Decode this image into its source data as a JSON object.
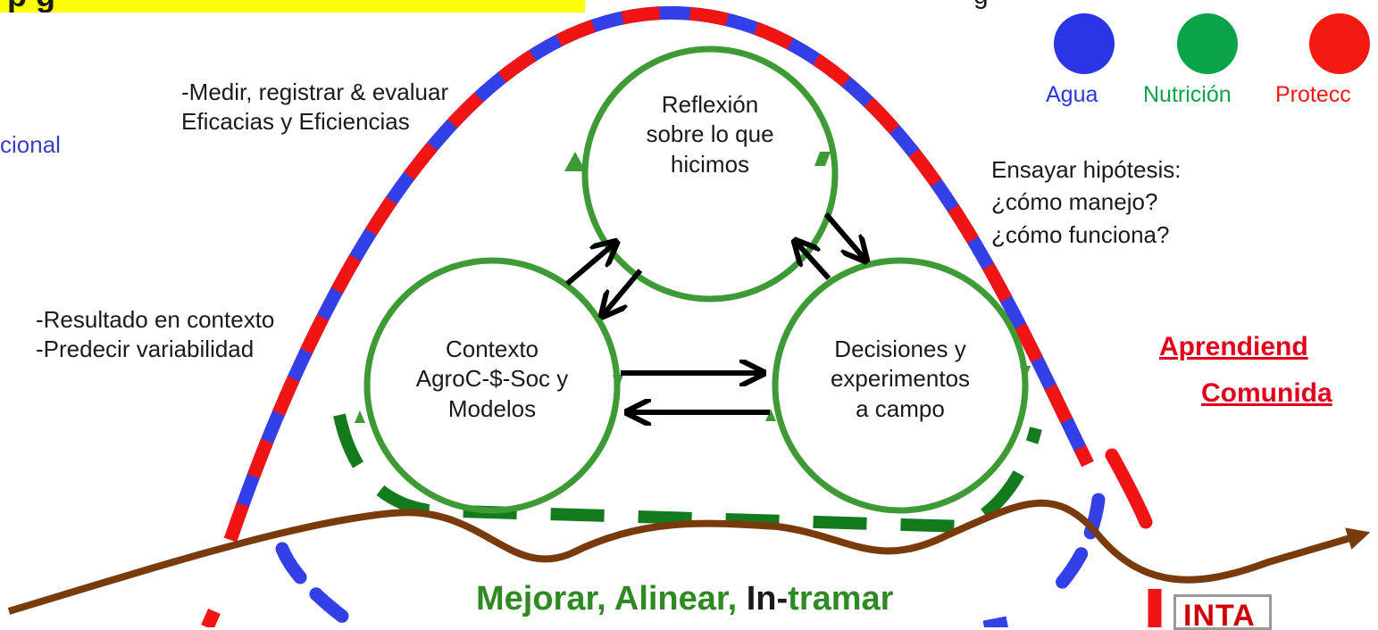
{
  "header": {
    "title_fragment": "p g",
    "top_right_fragment": "g"
  },
  "left_fragment": "cional",
  "legend": {
    "items": [
      {
        "label": "Agua",
        "color": "#2a35e6"
      },
      {
        "label": "Nutrición",
        "color": "#0aa34a"
      },
      {
        "label": "Protecc",
        "color": "#f21a12"
      }
    ]
  },
  "nodes": {
    "reflexion": [
      "Reflexión",
      "sobre lo que",
      "hicimos"
    ],
    "contexto": [
      "Contexto",
      "AgroC-$-Soc y",
      "Modelos"
    ],
    "decisiones": [
      "Decisiones y",
      "experimentos",
      "a campo"
    ]
  },
  "notes": {
    "medir": [
      "-Medir, registrar & evaluar",
      "Eficacias y Eficiencias"
    ],
    "ensayar": [
      "Ensayar hipótesis:",
      "¿cómo manejo?",
      "¿cómo funciona?"
    ],
    "resultado": [
      "-Resultado en contexto",
      "-Predecir variabilidad"
    ]
  },
  "learning": [
    "Aprendiend",
    "Comunida"
  ],
  "bottom_title": {
    "part1": "Mejorar, Alinear, ",
    "part2": "In-",
    "part3": "tramar"
  },
  "logo": {
    "text": "INTA"
  },
  "colors": {
    "cycle_green": "#3d9a35",
    "dash_green": "#137a1e",
    "dash_blue": "#3340e8",
    "dash_red": "#f01414",
    "trajectory_brown": "#7a3b0c",
    "arrow_black": "#000000"
  }
}
